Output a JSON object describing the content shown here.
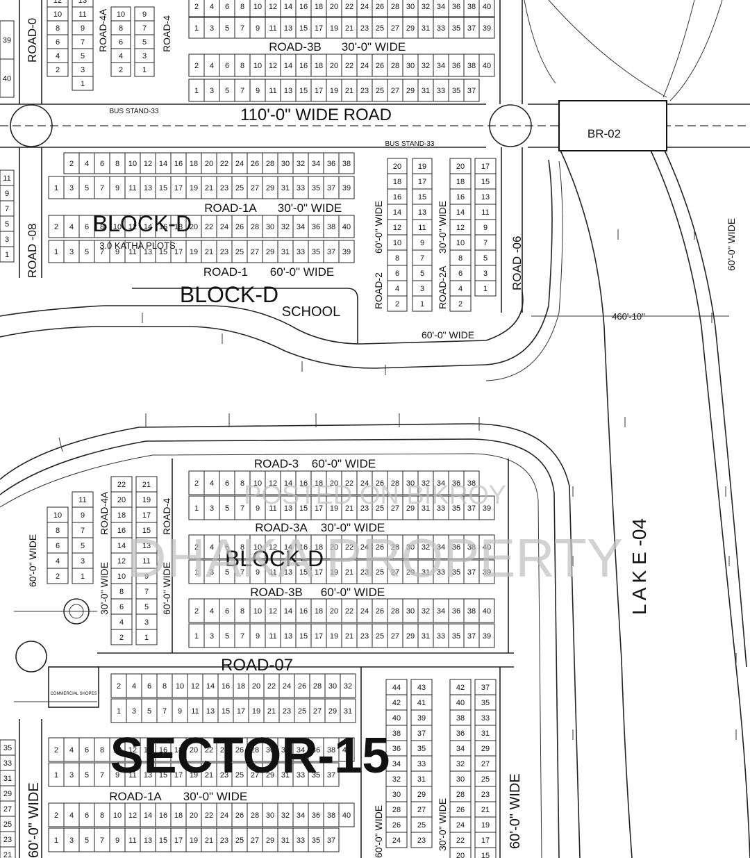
{
  "labels": {
    "road_110": "110'-0\" WIDE ROAD",
    "br02": "BR-02",
    "road_3b_top": "ROAD-3B",
    "w30_3b_top": "30'-0\" WIDE",
    "road_1a_top": "ROAD-1A",
    "w30_1a_top": "30'-0\" WIDE",
    "road_1_top": "ROAD-1",
    "w60_1_top": "60'-0\" WIDE",
    "block_d_1": "BLOCK-D",
    "katha": "3.0 KATHA PLOTS",
    "block_d_2": "BLOCK-D",
    "school": "SCHOOL",
    "bus_stand_left": "BUS STAND-33",
    "bus_stand_right": "BUS STAND-33",
    "road_08": "ROAD -08",
    "road_06": "ROAD -06",
    "road_4a_top": "ROAD-4A",
    "road_4_top": "ROAD-4",
    "road_2": "ROAD-2",
    "road_2a": "ROAD-2A",
    "w60_road2": "60'-0\" WIDE",
    "w30_road2a": "30'-0\" WIDE",
    "w60_bottom_d": "60'-0\" WIDE",
    "dim_460": "460'-10\"",
    "w60_right": "60'-0\" WIDE",
    "lake": "L A K E -04",
    "road_3_low": "ROAD-3",
    "w60_3_low": "60'-0\" WIDE",
    "road_3a_low": "ROAD-3A",
    "w30_3a_low": "30'-0\" WIDE",
    "block_d_3": "BLOCK-D",
    "road_3b_low": "ROAD-3B",
    "w60_3b_low": "60'-0\" WIDE",
    "road_07": "ROAD-07",
    "sector": "SECTOR-15",
    "road_1a_low": "ROAD-1A",
    "w30_1a_low": "30'-0\" WIDE",
    "road_4a_low": "ROAD-4A",
    "road_4_low": "ROAD-4",
    "w30_4a_low": "30'-0\" WIDE",
    "w60_4_low": "60'-0\" WIDE",
    "w60_left_low": "60'-0\" WIDE",
    "w60_left_bottom": "60'-0\" WIDE",
    "w60_mid_bottom": "60'-0\" WIDE",
    "w30_mid_bottom": "30'-0\" WIDE",
    "w60_right_bottom": "60'-0\" WIDE",
    "commercial": "COMMERCIAL SHOPES",
    "watermark1": "POSTED ON BIKROY",
    "watermark2": "DHAKA PROPERTY"
  },
  "rows": {
    "even_2_40": [
      "2",
      "4",
      "6",
      "8",
      "10",
      "12",
      "14",
      "16",
      "18",
      "20",
      "22",
      "24",
      "26",
      "28",
      "30",
      "32",
      "34",
      "36",
      "38",
      "40"
    ],
    "odd_1_39": [
      "1",
      "3",
      "5",
      "7",
      "9",
      "11",
      "13",
      "15",
      "17",
      "19",
      "21",
      "23",
      "25",
      "27",
      "29",
      "31",
      "33",
      "35",
      "37",
      "39"
    ],
    "odd_1_37": [
      "1",
      "3",
      "5",
      "7",
      "9",
      "11",
      "13",
      "15",
      "17",
      "19",
      "21",
      "23",
      "25",
      "27",
      "29",
      "31",
      "33",
      "35",
      "37"
    ],
    "even_2_38": [
      "2",
      "4",
      "6",
      "8",
      "10",
      "12",
      "14",
      "16",
      "18",
      "20",
      "22",
      "24",
      "26",
      "28",
      "30",
      "32",
      "34",
      "36",
      "38"
    ],
    "even_2_32": [
      "2",
      "4",
      "6",
      "8",
      "10",
      "12",
      "14",
      "16",
      "18",
      "20",
      "22",
      "24",
      "26",
      "28",
      "30",
      "32"
    ],
    "odd_1_31": [
      "1",
      "3",
      "5",
      "7",
      "9",
      "11",
      "13",
      "15",
      "17",
      "19",
      "21",
      "23",
      "25",
      "27",
      "29",
      "31"
    ]
  },
  "columns": {
    "d_left_a": [
      "20",
      "18",
      "16",
      "14",
      "12",
      "10",
      "8",
      "6",
      "4",
      "2"
    ],
    "d_left_b": [
      "19",
      "17",
      "15",
      "13",
      "11",
      "9",
      "7",
      "5",
      "3",
      "1"
    ],
    "d_right_a": [
      "20",
      "18",
      "16",
      "14",
      "12",
      "10",
      "8",
      "6",
      "4",
      "2"
    ],
    "d_right_b": [
      "17",
      "15",
      "13",
      "11",
      "9",
      "7",
      "5",
      "3",
      "1"
    ],
    "top_left_a": [
      "12",
      "10",
      "8",
      "6",
      "4",
      "2"
    ],
    "top_left_b": [
      "13",
      "11",
      "9",
      "7",
      "5",
      "3",
      "1"
    ],
    "top_4a_a": [
      "10",
      "8",
      "6",
      "4",
      "2"
    ],
    "top_4a_b": [
      "9",
      "7",
      "5",
      "3",
      "1"
    ],
    "low_a": [
      "10",
      "8",
      "6",
      "4",
      "2"
    ],
    "low_b": [
      "11",
      "9",
      "7",
      "5",
      "3",
      "1"
    ],
    "low4_a": [
      "22",
      "20",
      "18",
      "16",
      "14",
      "12",
      "10",
      "8",
      "6",
      "4",
      "2"
    ],
    "low4_b": [
      "21",
      "19",
      "17",
      "15",
      "13",
      "11",
      "9",
      "7",
      "5",
      "3",
      "1"
    ],
    "sec_a": [
      "44",
      "42",
      "40",
      "38",
      "36",
      "34",
      "32",
      "30",
      "28",
      "26",
      "24"
    ],
    "sec_b": [
      "43",
      "41",
      "39",
      "37",
      "35",
      "33",
      "31",
      "29",
      "27",
      "25",
      "23"
    ],
    "sec_c": [
      "42",
      "40",
      "38",
      "36",
      "34",
      "32",
      "30",
      "28",
      "26",
      "24",
      "22",
      "20"
    ],
    "sec_d": [
      "37",
      "35",
      "33",
      "31",
      "29",
      "27",
      "25",
      "23",
      "21",
      "19",
      "17",
      "15"
    ],
    "edge_top": [
      "39",
      "40"
    ],
    "edge_mid": [
      "11",
      "9",
      "7",
      "5",
      "3",
      "1"
    ],
    "edge_low": [
      "35",
      "33",
      "31",
      "29",
      "27",
      "25",
      "23",
      "21"
    ]
  }
}
